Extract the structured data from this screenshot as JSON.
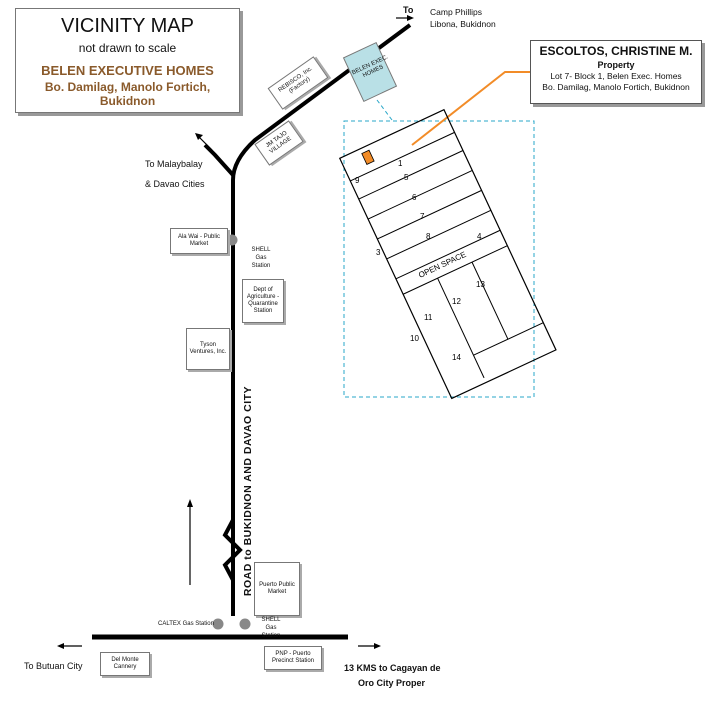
{
  "title": {
    "heading": "VICINITY MAP",
    "subheading": "not drawn to scale",
    "subdivision": "BELEN EXECUTIVE HOMES",
    "location": "Bo. Damilag, Manolo Fortich, Bukidnon"
  },
  "owner": {
    "name": "ESCOLTOS, CHRISTINE M.",
    "label": "Property",
    "lot": "Lot 7- Block 1,  Belen Exec. Homes",
    "address": "Bo. Damilag, Manolo Fortich, Bukidnon"
  },
  "destinations": {
    "north_to": "To",
    "north_place1": "Camp Phillips",
    "north_place2": "Libona, Bukidnon",
    "malaybalay1": "To Malaybalay",
    "malaybalay2": "& Davao Cities",
    "butuan": "To Butuan  City",
    "cdo1": "13 KMS to  Cagayan de",
    "cdo2": "Oro City Proper"
  },
  "road_label": "ROAD to BUKIDNON AND DAVAO CITY",
  "landmarks": {
    "rebisco": "REBISCO, Inc. (Factory)",
    "belen_exec": "BELEN EXEC. HOMES",
    "jm_tajo": "JM TAJO VILLAGE",
    "ala_wai": "Ala Wai - Public Market",
    "shell_top": "SHELL Gas Station",
    "dept_agri": "Dept of Agriculture - Quarantine Station",
    "tyson": "Tyson Ventures, Inc.",
    "puerto_market": "Puerto Public Market",
    "caltex": "CALTEX Gas Station",
    "shell_bottom": "SHELL Gas Station",
    "del_monte": "Del Monte Cannery",
    "pnp": "PNP - Puerto Precinct Station"
  },
  "lots": [
    "1",
    "5",
    "6",
    "7",
    "8",
    "OPEN SPACE",
    "11",
    "12",
    "13",
    "14",
    "10",
    "9",
    "3",
    "4"
  ],
  "colors": {
    "brown": "#8a5a2b",
    "highlight": "#f28c28",
    "inset": "#2aa7c9",
    "gas_station": "#888888",
    "police": "#d0203a",
    "subdivision_box": "#b9e0e6"
  }
}
